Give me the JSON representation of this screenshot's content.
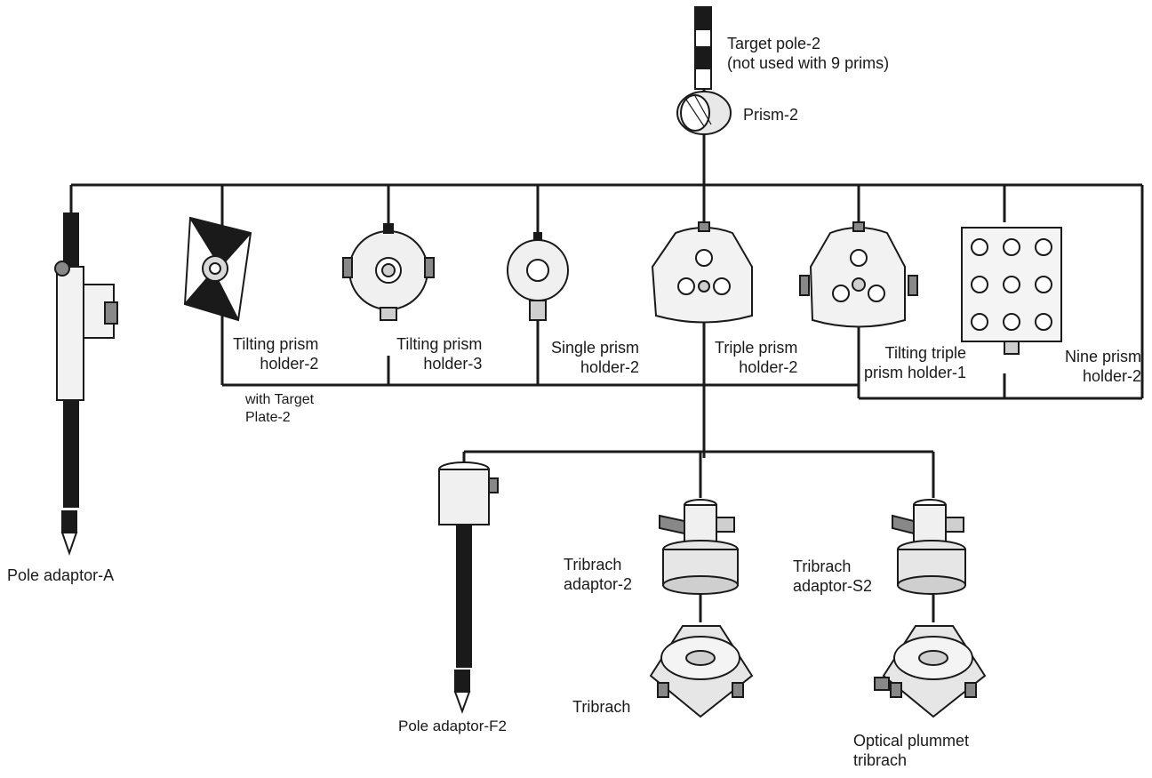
{
  "labels": {
    "target_pole": {
      "line1": "Target pole-2",
      "line2": "(not used with 9 prims)"
    },
    "prism": {
      "line1": "Prism-2"
    },
    "pole_adaptor_a": {
      "line1": "Pole adaptor-A"
    },
    "tilting_prism_holder_2": {
      "line1": "Tilting prism",
      "line2": "holder-2"
    },
    "with_target_plate": {
      "line1": "with Target",
      "line2": "Plate-2"
    },
    "tilting_prism_holder_3": {
      "line1": "Tilting prism",
      "line2": "holder-3"
    },
    "single_prism_holder": {
      "line1": "Single prism",
      "line2": "holder-2"
    },
    "triple_prism_holder": {
      "line1": "Triple prism",
      "line2": "holder-2"
    },
    "tilting_triple_prism_holder": {
      "line1": "Tilting triple",
      "line2": "prism holder-1"
    },
    "nine_prism_holder": {
      "line1": "Nine prism",
      "line2": "holder-2"
    },
    "pole_adaptor_f2": {
      "line1": "Pole adaptor-F2"
    },
    "tribrach_adaptor_2": {
      "line1": "Tribrach",
      "line2": "adaptor-2"
    },
    "tribrach_adaptor_s2": {
      "line1": "Tribrach",
      "line2": "adaptor-S2"
    },
    "tribrach": {
      "line1": "Tribrach"
    },
    "optical_plummet_tribrach": {
      "line1": "Optical plummet",
      "line2": "tribrach"
    }
  }
}
